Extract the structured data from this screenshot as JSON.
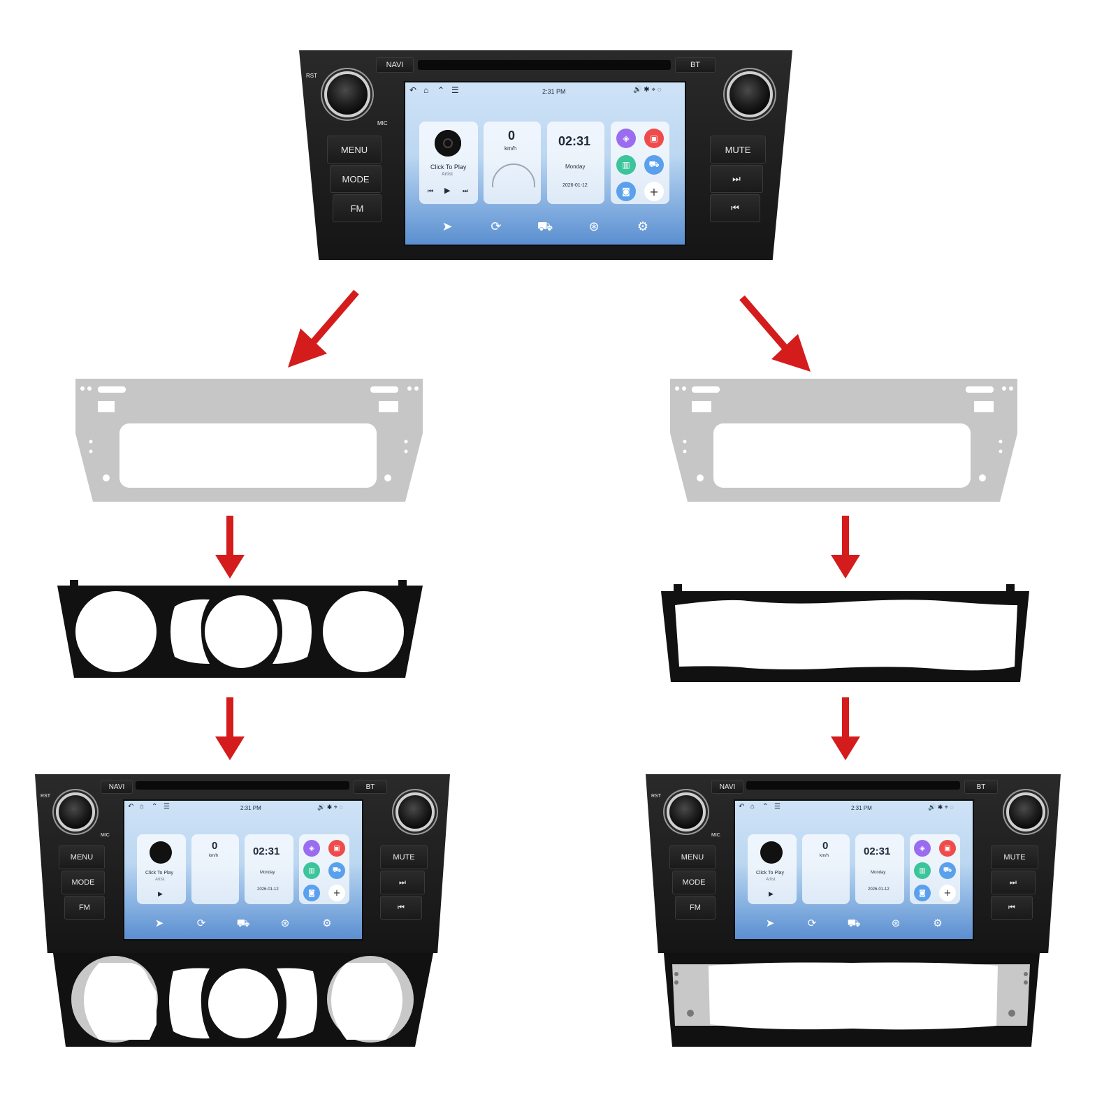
{
  "unit": {
    "buttons": {
      "navi": "NAVI",
      "bt": "BT",
      "rst": "RST",
      "mic": "MIC",
      "menu": "MENU",
      "mode": "MODE",
      "fm": "FM",
      "mute": "MUTE",
      "next": "⏭",
      "prev": "⏮"
    },
    "status_bar": {
      "time": "2:31 PM",
      "nav_icons": [
        "back-icon",
        "home-icon",
        "up-icon",
        "menu-icon"
      ],
      "status_icons": [
        "volume-up-icon",
        "volume-down-icon",
        "bluetooth-icon",
        "location-icon",
        "wifi-icon"
      ]
    },
    "music_card": {
      "title": "Click To Play",
      "artist": "Artist"
    },
    "speed_card": {
      "speed": "0",
      "unit": "km/h"
    },
    "clock_card": {
      "time": "02:31",
      "day": "Monday",
      "date": "2026-01-12"
    },
    "apps": [
      {
        "icon": "gallery-icon",
        "color": "#9a6cf0"
      },
      {
        "icon": "video-icon",
        "color": "#f04b4b"
      },
      {
        "icon": "equalizer-icon",
        "color": "#3cc49a"
      },
      {
        "icon": "car-icon",
        "color": "#5aa0ec"
      },
      {
        "icon": "camera-icon",
        "color": "#5aa0ec"
      },
      {
        "icon": "add-icon",
        "color": "#ffffff"
      }
    ],
    "dock": [
      "navigation-icon",
      "play-circle-icon",
      "carplay-icon",
      "wheel-icon",
      "settings-icon"
    ]
  },
  "colors": {
    "arrow": "#d41c1c",
    "bracket": "#c6c6c6",
    "frame": "#111111"
  }
}
